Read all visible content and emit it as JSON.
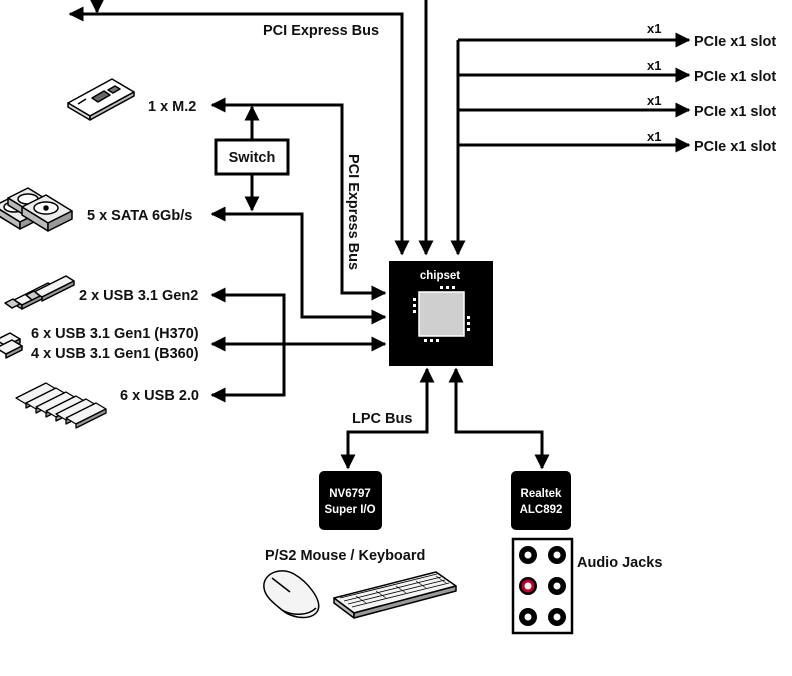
{
  "labels": {
    "pci_express_bus_top": "PCI Express Bus",
    "pci_express_bus_vertical": "PCI Express Bus",
    "lane_width": "x1",
    "pcie_slot": "PCIe x1 slot",
    "m2": "1 x M.2",
    "switch": "Switch",
    "sata": "5 x SATA 6Gb/s",
    "usb31_gen2": "2 x USB 3.1 Gen2",
    "usb31_gen1_h370": "6 x USB 3.1 Gen1 (H370)",
    "usb31_gen1_b360": "4 x USB 3.1 Gen1 (B360)",
    "usb20": "6 x USB 2.0",
    "chipset": "chipset",
    "lpc_bus": "LPC Bus",
    "superio_line1": "NV6797",
    "superio_line2": "Super I/O",
    "audio_line1": "Realtek",
    "audio_line2": "ALC892",
    "ps2": "P/S2 Mouse / Keyboard",
    "audio_jacks": "Audio Jacks"
  },
  "icons": {
    "m2_card": "m2-card-icon",
    "hdd_stack": "hard-drive-stack-icon",
    "usb_stick": "usb-stick-icon",
    "mouse": "mouse-icon",
    "keyboard": "keyboard-icon",
    "audio_jack_panel": "audio-jack-panel-icon"
  },
  "colors": {
    "line": "#000000",
    "chip_block": "#000000",
    "chip_die": "#c8c8c8",
    "audio_jack_highlight": "#c0002a"
  }
}
